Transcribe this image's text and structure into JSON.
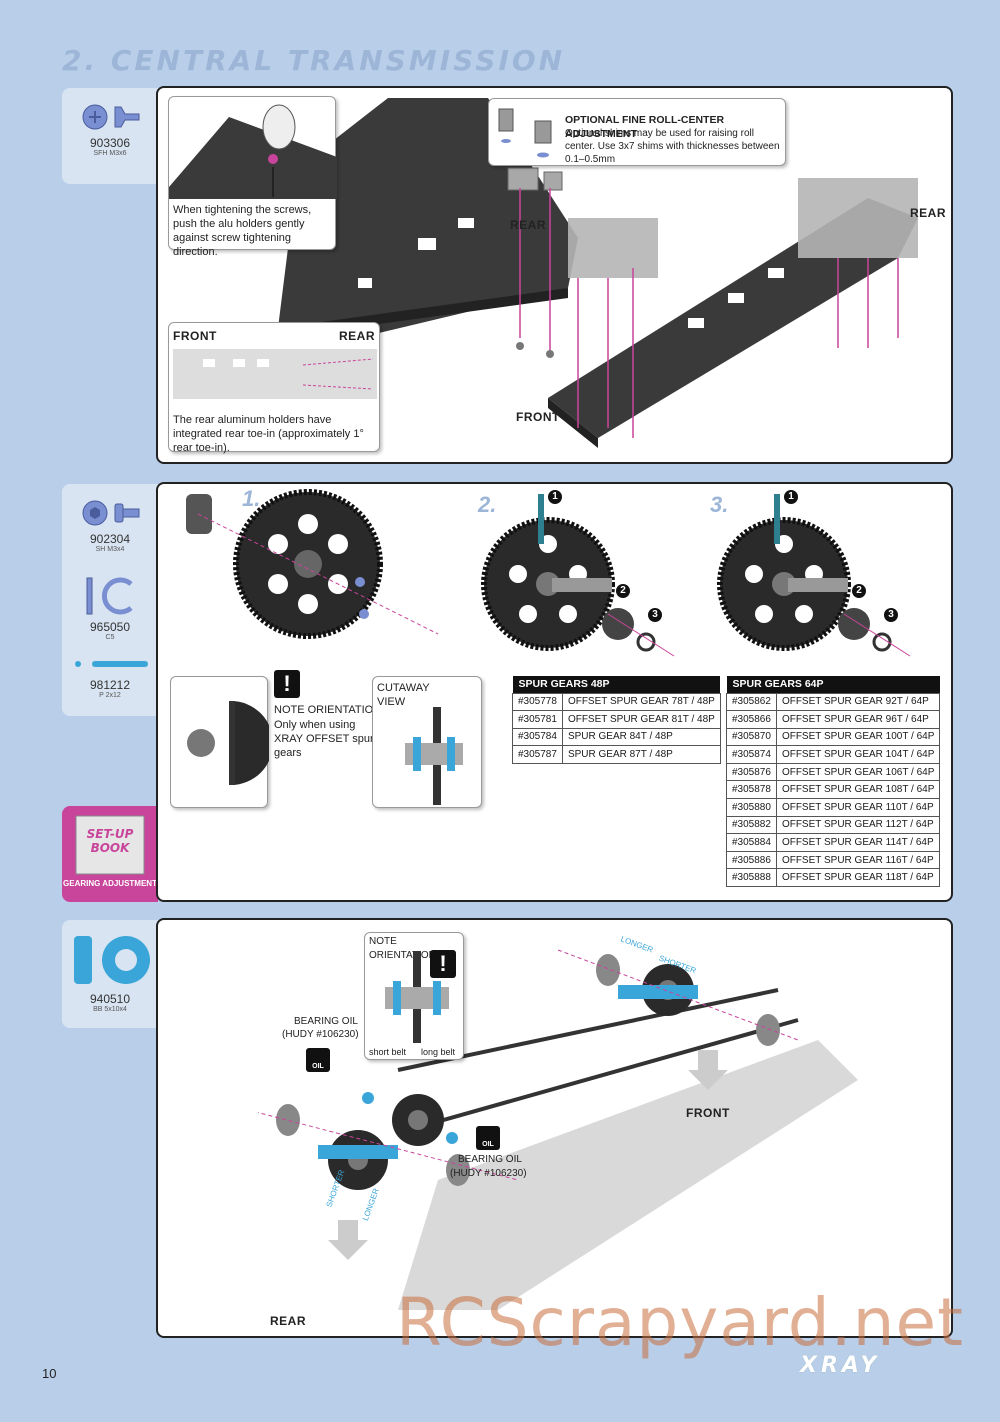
{
  "page": {
    "title": "2. CENTRAL TRANSMISSION",
    "number": "10",
    "watermark": "RCScrapyard.net",
    "brand": "XRAY"
  },
  "colors": {
    "background": "#b9cfe9",
    "title": "#9db6d8",
    "tab": "#d8e4f2",
    "accent_pink": "#c9449b",
    "part_blue": "#7a8fd1",
    "bearing_blue": "#3aa5d8"
  },
  "step1": {
    "part": {
      "code": "903306",
      "desc": "SFH M3x6",
      "icon": "countersunk-screw-icon"
    },
    "note_screws": "When tightening the screws, push the alu holders gently against screw tightening direction.",
    "optional_title": "OPTIONAL FINE ROLL-CENTER ADJUSTMENT",
    "optional_text": "Optional shims may be used for raising roll center. Use 3x7 shims with thicknesses between 0.1–0.5mm",
    "note_toe_in": "The rear aluminum holders have integrated rear toe-in (approximately 1° rear toe-in).",
    "label_front": "FRONT",
    "label_rear": "REAR"
  },
  "step2": {
    "parts": [
      {
        "code": "902304",
        "desc": "SH M3x4",
        "icon": "socket-head-screw-icon"
      },
      {
        "code": "965050",
        "desc": "C5",
        "icon": "c-clip-icon"
      },
      {
        "code": "981212",
        "desc": "P 2x12",
        "icon": "pin-icon"
      }
    ],
    "steps": [
      "1.",
      "2.",
      "3."
    ],
    "callouts": [
      "1",
      "2",
      "3"
    ],
    "note_orientation_title": "NOTE ORIENTATION",
    "note_orientation_text": "Only when using XRAY OFFSET spur gears",
    "cutaway_label": "CUTAWAY VIEW",
    "setup_book": {
      "label1": "SET-UP",
      "label2": "BOOK",
      "caption": "GEARING ADJUSTMENT"
    },
    "table_48p": {
      "title": "SPUR GEARS 48P",
      "rows": [
        [
          "#305778",
          "OFFSET SPUR GEAR 78T / 48P"
        ],
        [
          "#305781",
          "OFFSET SPUR GEAR 81T / 48P"
        ],
        [
          "#305784",
          "SPUR GEAR 84T / 48P"
        ],
        [
          "#305787",
          "SPUR GEAR 87T / 48P"
        ]
      ]
    },
    "table_64p": {
      "title": "SPUR GEARS 64P",
      "rows": [
        [
          "#305862",
          "OFFSET SPUR GEAR 92T / 64P"
        ],
        [
          "#305866",
          "OFFSET SPUR GEAR 96T / 64P"
        ],
        [
          "#305870",
          "OFFSET SPUR GEAR 100T / 64P"
        ],
        [
          "#305874",
          "OFFSET SPUR GEAR 104T / 64P"
        ],
        [
          "#305876",
          "OFFSET SPUR GEAR 106T / 64P"
        ],
        [
          "#305878",
          "OFFSET SPUR GEAR 108T / 64P"
        ],
        [
          "#305880",
          "OFFSET SPUR GEAR 110T / 64P"
        ],
        [
          "#305882",
          "OFFSET SPUR GEAR 112T / 64P"
        ],
        [
          "#305884",
          "OFFSET SPUR GEAR 114T / 64P"
        ],
        [
          "#305886",
          "OFFSET SPUR GEAR 116T / 64P"
        ],
        [
          "#305888",
          "OFFSET SPUR GEAR 118T / 64P"
        ]
      ]
    }
  },
  "step3": {
    "part": {
      "code": "940510",
      "desc": "BB 5x10x4",
      "icon": "ball-bearing-icon"
    },
    "note_orientation_title": "NOTE ORIENTATION",
    "short_belt": "short belt",
    "long_belt": "long belt",
    "bearing_oil_1": "BEARING OIL",
    "bearing_oil_1b": "(HUDY #106230)",
    "bearing_oil_2": "BEARING OIL",
    "bearing_oil_2b": "(HUDY #106230)",
    "oil_tag": "OIL",
    "longer": "LONGER",
    "shorter": "SHORTER",
    "label_front": "FRONT",
    "label_rear": "REAR"
  }
}
